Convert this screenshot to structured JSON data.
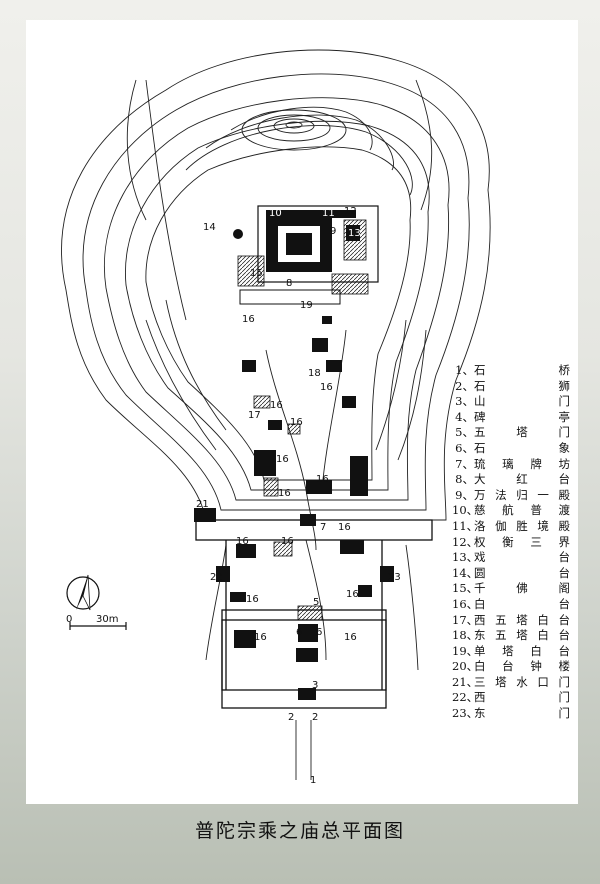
{
  "caption": "普陀宗乘之庙总平面图",
  "legend": [
    {
      "num": "1",
      "name": "石桥"
    },
    {
      "num": "2",
      "name": "石狮"
    },
    {
      "num": "3",
      "name": "山门"
    },
    {
      "num": "4",
      "name": "碑亭"
    },
    {
      "num": "5",
      "name": "五塔门"
    },
    {
      "num": "6",
      "name": "石象"
    },
    {
      "num": "7",
      "name": "琉璃牌坊"
    },
    {
      "num": "8",
      "name": "大红台"
    },
    {
      "num": "9",
      "name": "万法归一殿"
    },
    {
      "num": "10",
      "name": "慈航普渡"
    },
    {
      "num": "11",
      "name": "洛伽胜境殿"
    },
    {
      "num": "12",
      "name": "权衡三界"
    },
    {
      "num": "13",
      "name": "戏台"
    },
    {
      "num": "14",
      "name": "圆台"
    },
    {
      "num": "15",
      "name": "千佛阁"
    },
    {
      "num": "16",
      "name": "白台"
    },
    {
      "num": "17",
      "name": "西五塔白台"
    },
    {
      "num": "18",
      "name": "东五塔白台"
    },
    {
      "num": "19",
      "name": "单塔白台"
    },
    {
      "num": "20",
      "name": "白台钟楼"
    },
    {
      "num": "21",
      "name": "三塔水口门"
    },
    {
      "num": "22",
      "name": "西门"
    },
    {
      "num": "23",
      "name": "东门"
    }
  ],
  "scale_bar": {
    "start": "0",
    "end": "30m"
  },
  "map_labels": {
    "n1": "1",
    "n2": "2",
    "n3": "3",
    "n5": "5",
    "n6": "6",
    "n7": "7",
    "n8": "8",
    "n9": "9",
    "n10": "10",
    "n11": "11",
    "n12": "12",
    "n13": "13",
    "n14": "14",
    "n15": "15",
    "n16": "16",
    "n17": "17",
    "n18": "18",
    "n19": "19",
    "n21": "21",
    "n22": "22",
    "n23": "23"
  }
}
